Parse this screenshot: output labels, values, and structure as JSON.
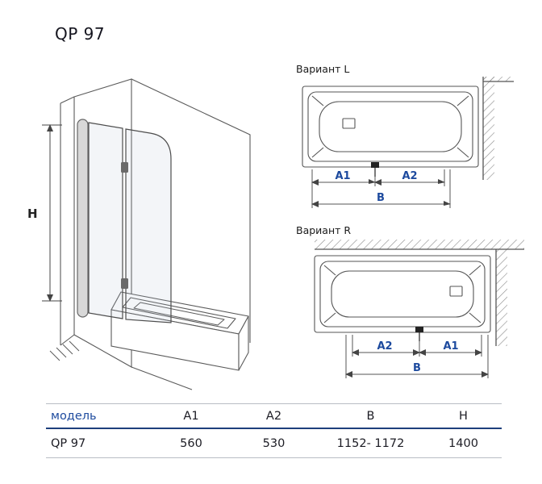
{
  "title": "QP 97",
  "colors": {
    "accent_blue": "#1d4a9e",
    "line_gray": "#555555",
    "table_rule_navy": "#1d3f7c"
  },
  "left_view": {
    "h_label": "H"
  },
  "variant_l": {
    "label": "Вариант L",
    "dim_left": "A1",
    "dim_right": "A2",
    "dim_total": "B"
  },
  "variant_r": {
    "label": "Вариант R",
    "dim_left": "A2",
    "dim_right": "A1",
    "dim_total": "B"
  },
  "table": {
    "headers": [
      "модель",
      "A1",
      "A2",
      "B",
      "H"
    ],
    "rows": [
      [
        "QP 97",
        "560",
        "530",
        "1152- 1172",
        "1400"
      ]
    ]
  }
}
